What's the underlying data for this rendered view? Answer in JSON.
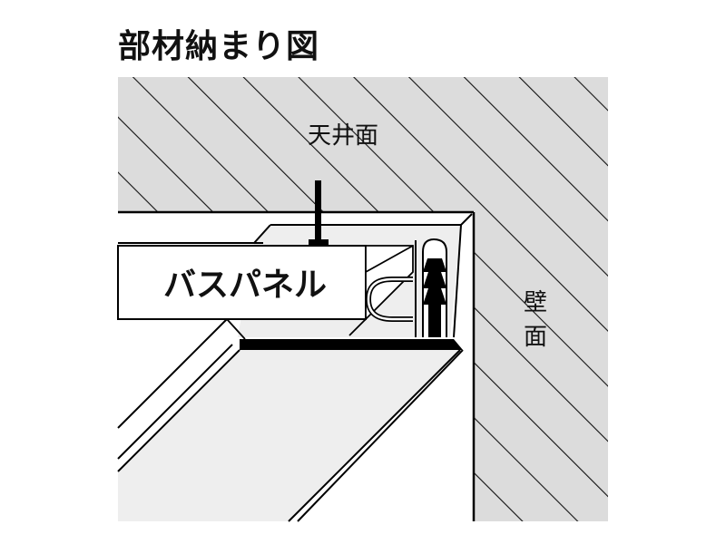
{
  "title": "部材納まり図",
  "labels": {
    "ceiling": "天井面",
    "wall_char1": "壁",
    "wall_char2": "面",
    "panel": "バスパネル"
  },
  "colors": {
    "hatch_bg": "#dcdcdc",
    "hatch_line": "#111111",
    "panel_face": "#eeeeee",
    "white": "#ffffff",
    "stroke": "#000000"
  }
}
